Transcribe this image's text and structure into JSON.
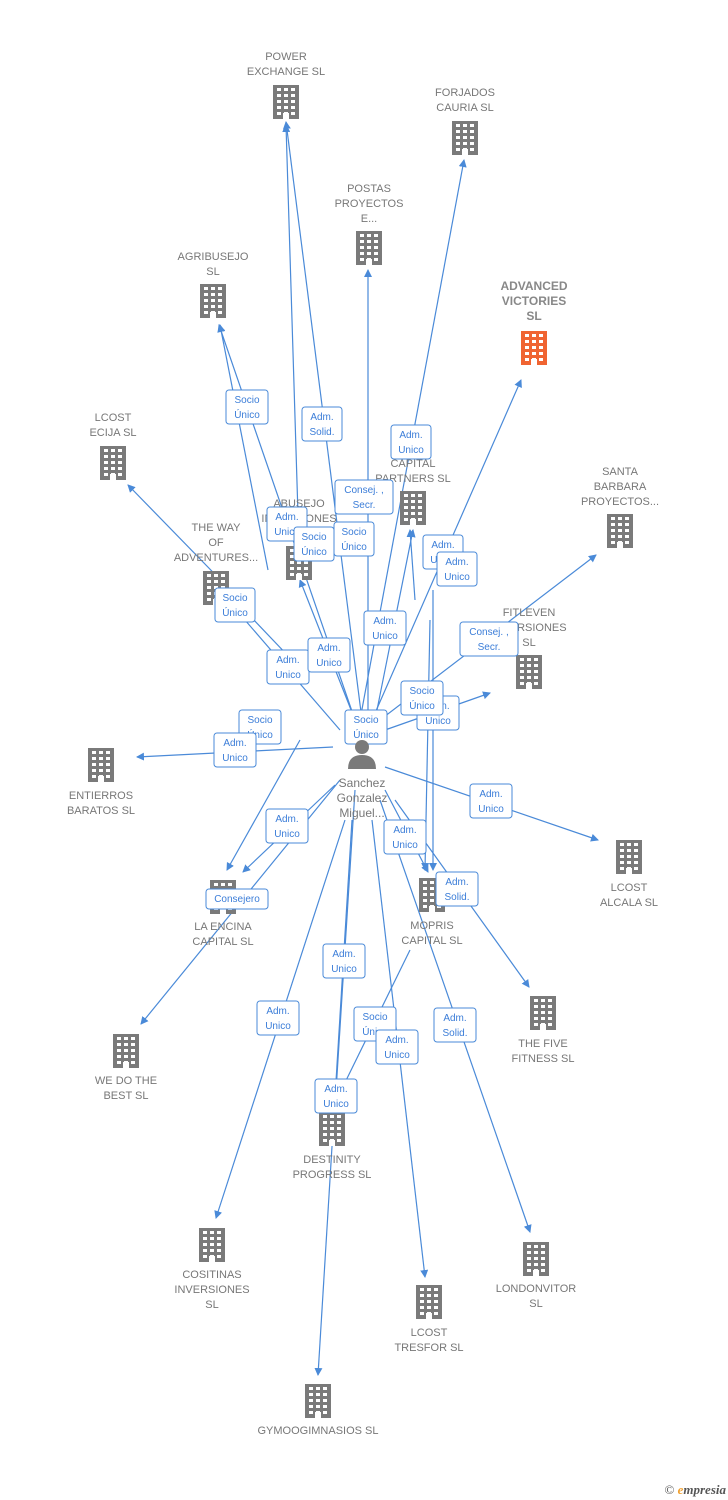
{
  "person": {
    "lines": [
      "Sanchez",
      "Gonzalez",
      "Miguel..."
    ],
    "icon": "person-icon"
  },
  "companies": [
    {
      "id": "power",
      "lines": [
        "POWER",
        "EXCHANGE  SL"
      ]
    },
    {
      "id": "forjados",
      "lines": [
        "FORJADOS",
        "CAURIA SL"
      ]
    },
    {
      "id": "postas",
      "lines": [
        "POSTAS",
        "PROYECTOS",
        "E..."
      ]
    },
    {
      "id": "agribusejo",
      "lines": [
        "AGRIBUSEJO",
        "SL"
      ]
    },
    {
      "id": "advanced",
      "lines": [
        "ADVANCED",
        "VICTORIES",
        "SL"
      ],
      "highlight": true
    },
    {
      "id": "lcostecija",
      "lines": [
        "LCOST",
        "ECIJA  SL"
      ]
    },
    {
      "id": "capital",
      "lines": [
        "P...S",
        "CAPITAL",
        "PARTNERS  SL"
      ]
    },
    {
      "id": "santa",
      "lines": [
        "SANTA",
        "BARBARA",
        "PROYECTOS..."
      ]
    },
    {
      "id": "abusejo",
      "lines": [
        "ABUSEJO",
        "INVERSIONES"
      ]
    },
    {
      "id": "theway",
      "lines": [
        "THE WAY",
        "OF",
        "ADVENTURES..."
      ]
    },
    {
      "id": "fitleven",
      "lines": [
        "FITLEVEN",
        "INVERSIONES",
        "SL"
      ]
    },
    {
      "id": "entierros",
      "lines": [
        "ENTIERROS",
        "BARATOS  SL"
      ]
    },
    {
      "id": "lcostalcala",
      "lines": [
        "LCOST",
        "ALCALA SL"
      ]
    },
    {
      "id": "encina",
      "lines": [
        "LA ENCINA",
        "CAPITAL  SL"
      ]
    },
    {
      "id": "mopris",
      "lines": [
        "MOPRIS",
        "CAPITAL  SL"
      ]
    },
    {
      "id": "fivefitness",
      "lines": [
        "THE FIVE",
        "FITNESS  SL"
      ]
    },
    {
      "id": "wedo",
      "lines": [
        "WE DO THE",
        "BEST  SL"
      ]
    },
    {
      "id": "destinity",
      "lines": [
        "DESTINITY",
        "PROGRESS  SL"
      ]
    },
    {
      "id": "cositinas",
      "lines": [
        "COSITINAS",
        "INVERSIONES",
        "SL"
      ]
    },
    {
      "id": "londonvitor",
      "lines": [
        "LONDONVITOR",
        "SL"
      ]
    },
    {
      "id": "tresfor",
      "lines": [
        "LCOST",
        "TRESFOR SL"
      ]
    },
    {
      "id": "gymoo",
      "lines": [
        "GYMOOGIMNASIOS SL"
      ]
    }
  ],
  "relations": [
    {
      "lines": [
        "Socio",
        "Único"
      ]
    },
    {
      "lines": [
        "Adm.",
        "Solid."
      ]
    },
    {
      "lines": [
        "Adm.",
        "Unico"
      ]
    },
    {
      "lines": [
        "Consej. ,",
        "Secr."
      ]
    },
    {
      "lines": [
        "Adm.",
        "Unico"
      ]
    },
    {
      "lines": [
        "Socio",
        "Único"
      ]
    },
    {
      "lines": [
        "Socio",
        "Único"
      ]
    },
    {
      "lines": [
        "Adm.",
        "Unico"
      ]
    },
    {
      "lines": [
        "Adm.",
        "Unico"
      ]
    },
    {
      "lines": [
        "Socio",
        "Único"
      ]
    },
    {
      "lines": [
        "Adm.",
        "Unico"
      ]
    },
    {
      "lines": [
        "Consej. ,",
        "Secr."
      ]
    },
    {
      "lines": [
        "Adm.",
        "Unico"
      ]
    },
    {
      "lines": [
        "Adm.",
        "Unico"
      ]
    },
    {
      "lines": [
        "Socio",
        "Único"
      ]
    },
    {
      "lines": [
        "Adm.",
        "Unico"
      ]
    },
    {
      "lines": [
        "Socio",
        "Único"
      ]
    },
    {
      "lines": [
        "Socio",
        "Único"
      ]
    },
    {
      "lines": [
        "Adm.",
        "Unico"
      ]
    },
    {
      "lines": [
        "Adm.",
        "Unico"
      ]
    },
    {
      "lines": [
        "Adm.",
        "Unico"
      ]
    },
    {
      "lines": [
        "Adm.",
        "Unico"
      ]
    },
    {
      "lines": [
        "Consejero"
      ]
    },
    {
      "lines": [
        "Adm.",
        "Solid."
      ]
    },
    {
      "lines": [
        "Adm.",
        "Unico"
      ]
    },
    {
      "lines": [
        "Adm.",
        "Unico"
      ]
    },
    {
      "lines": [
        "Socio",
        "Único"
      ]
    },
    {
      "lines": [
        "Adm.",
        "Unico"
      ]
    },
    {
      "lines": [
        "Adm.",
        "Solid."
      ]
    },
    {
      "lines": [
        "Adm.",
        "Unico"
      ]
    }
  ],
  "colors": {
    "edge": "#4a8ad8",
    "building": "#7a7a7a",
    "highlight": "#f06432"
  },
  "brand": {
    "symbol": "©",
    "e": "e",
    "rest": "mpresia"
  }
}
